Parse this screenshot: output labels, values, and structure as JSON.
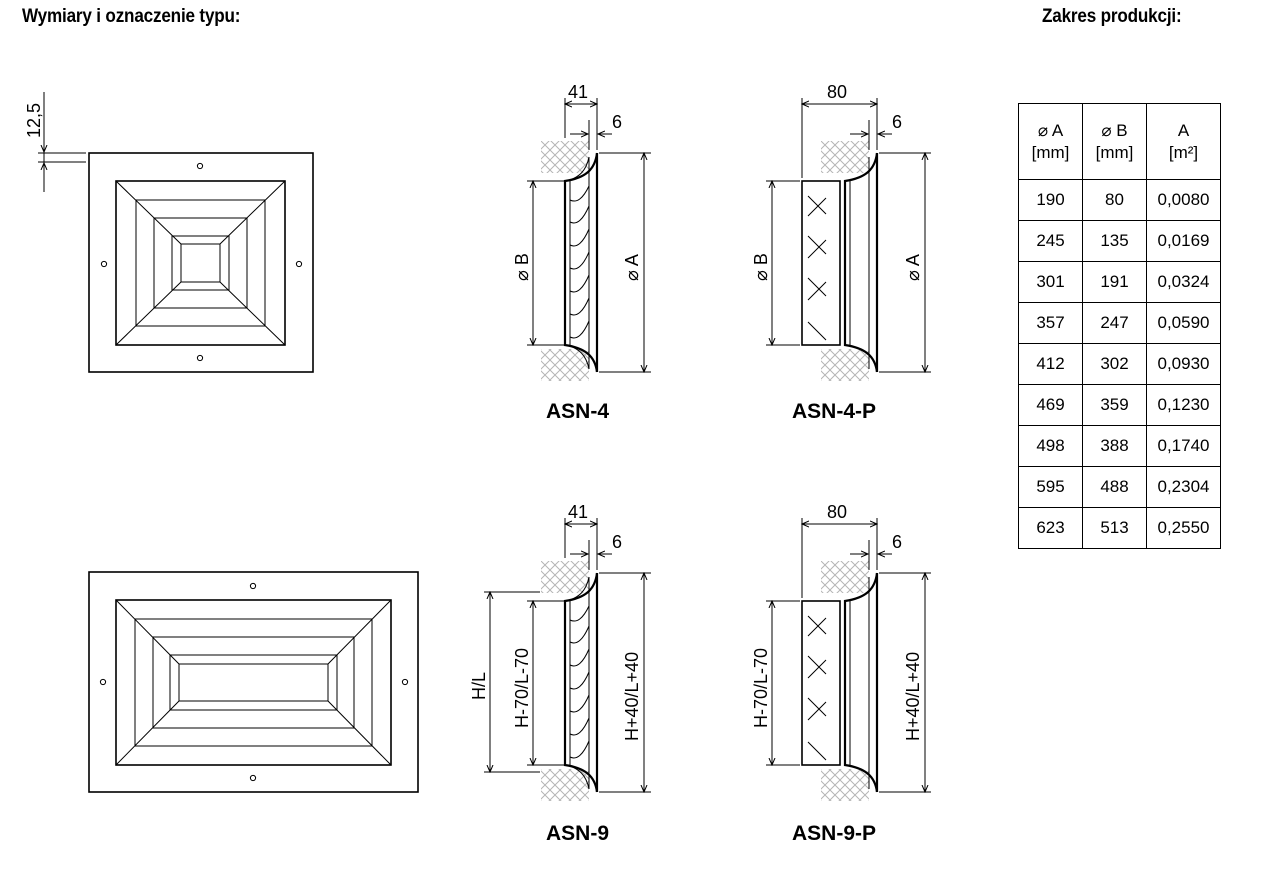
{
  "headings": {
    "left": "Wymiary i oznaczenie typu:",
    "right": "Zakres produkcji:"
  },
  "dimensions": {
    "margin_12_5": "12,5",
    "depth_41": "41",
    "depth_80": "80",
    "lip_6": "6",
    "dia_b": "⌀ B",
    "dia_a": "⌀ A",
    "h_l": "H/L",
    "h70_l70": "H-70/L-70",
    "h40_l40": "H+40/L+40"
  },
  "types": {
    "asn4": "ASN-4",
    "asn4p": "ASN-4-P",
    "asn9": "ASN-9",
    "asn9p": "ASN-9-P"
  },
  "table": {
    "headers": [
      {
        "symbol": "⌀ A",
        "unit": "[mm]"
      },
      {
        "symbol": "⌀ B",
        "unit": "[mm]"
      },
      {
        "symbol": "A",
        "unit": "[m²]"
      }
    ],
    "rows": [
      [
        "190",
        "80",
        "0,0080"
      ],
      [
        "245",
        "135",
        "0,0169"
      ],
      [
        "301",
        "191",
        "0,0324"
      ],
      [
        "357",
        "247",
        "0,0590"
      ],
      [
        "412",
        "302",
        "0,0930"
      ],
      [
        "469",
        "359",
        "0,1230"
      ],
      [
        "498",
        "388",
        "0,1740"
      ],
      [
        "595",
        "488",
        "0,2304"
      ],
      [
        "623",
        "513",
        "0,2550"
      ]
    ]
  }
}
